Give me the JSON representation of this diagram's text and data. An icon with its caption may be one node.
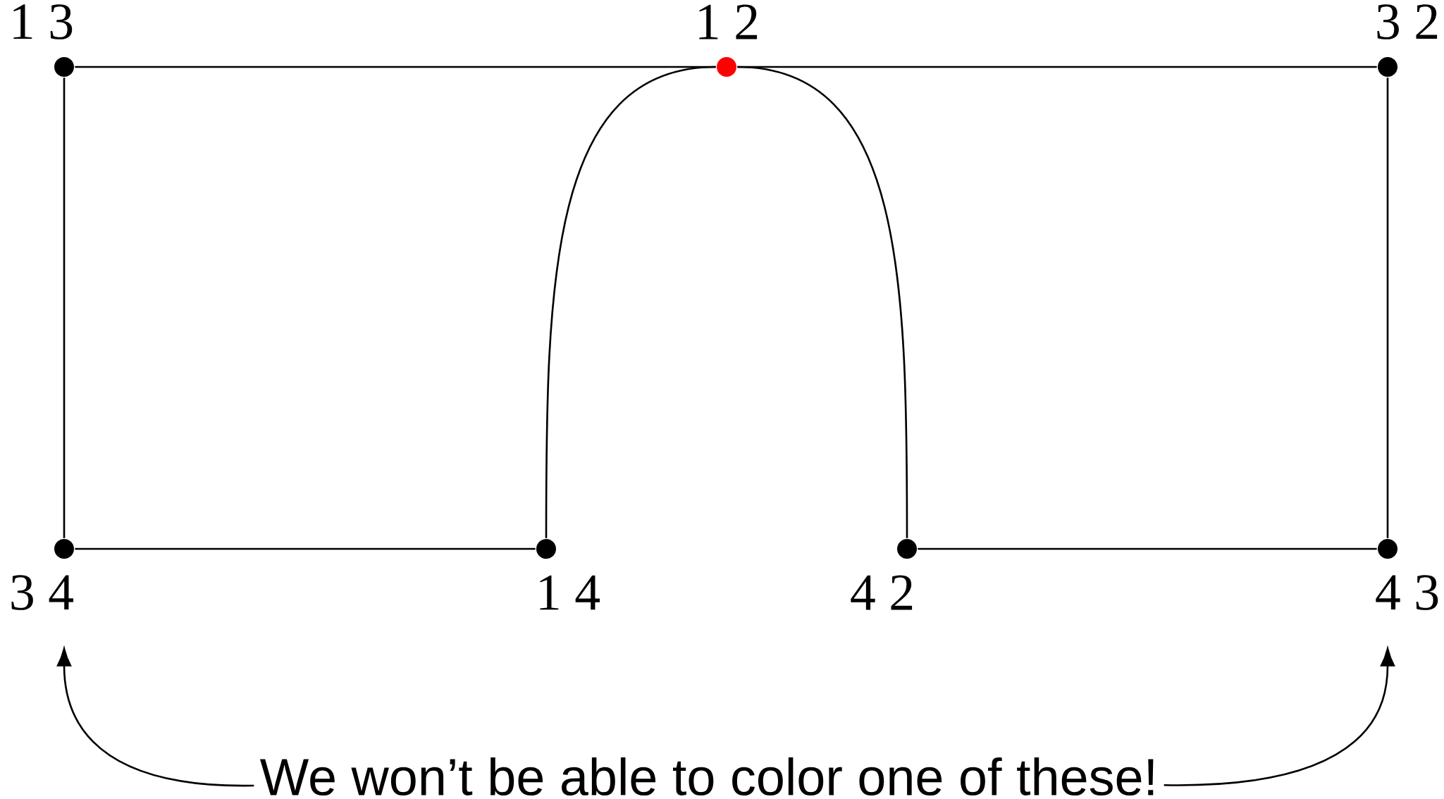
{
  "diagram": {
    "nodes": [
      {
        "text": [],
        "shape": "circle",
        "beside": [
          "1 3"
        ]
      },
      {
        "text": [],
        "shape": "circle",
        "beside": [
          "1 2"
        ]
      },
      {
        "text": [],
        "shape": "circle",
        "beside": [
          "3 2"
        ]
      },
      {
        "text": [],
        "shape": "circle",
        "beside": [
          "3 4"
        ]
      },
      {
        "text": [],
        "shape": "circle",
        "beside": [
          "1 4"
        ]
      },
      {
        "text": [],
        "shape": "circle",
        "beside": [
          "4 2"
        ]
      },
      {
        "text": [],
        "shape": "circle",
        "beside": [
          "4 3"
        ]
      },
      {
        "text": [
          "We won’t be able to color one of these!"
        ]
      }
    ],
    "edges": [
      {
        "from": 0,
        "to": 1,
        "arrow": "none"
      },
      {
        "from": 1,
        "to": 2,
        "arrow": "none"
      },
      {
        "from": 0,
        "to": 3,
        "arrow": "none"
      },
      {
        "from": 2,
        "to": 6,
        "arrow": "none"
      },
      {
        "from": 3,
        "to": 4,
        "arrow": "none"
      },
      {
        "from": 5,
        "to": 6,
        "arrow": "none"
      },
      {
        "from": 1,
        "to": 4,
        "arrow": "none"
      },
      {
        "from": 1,
        "to": 5,
        "arrow": "none"
      },
      {
        "from": 7,
        "to": 3,
        "arrow": "to"
      },
      {
        "from": 7,
        "to": 6,
        "arrow": "to"
      }
    ]
  }
}
